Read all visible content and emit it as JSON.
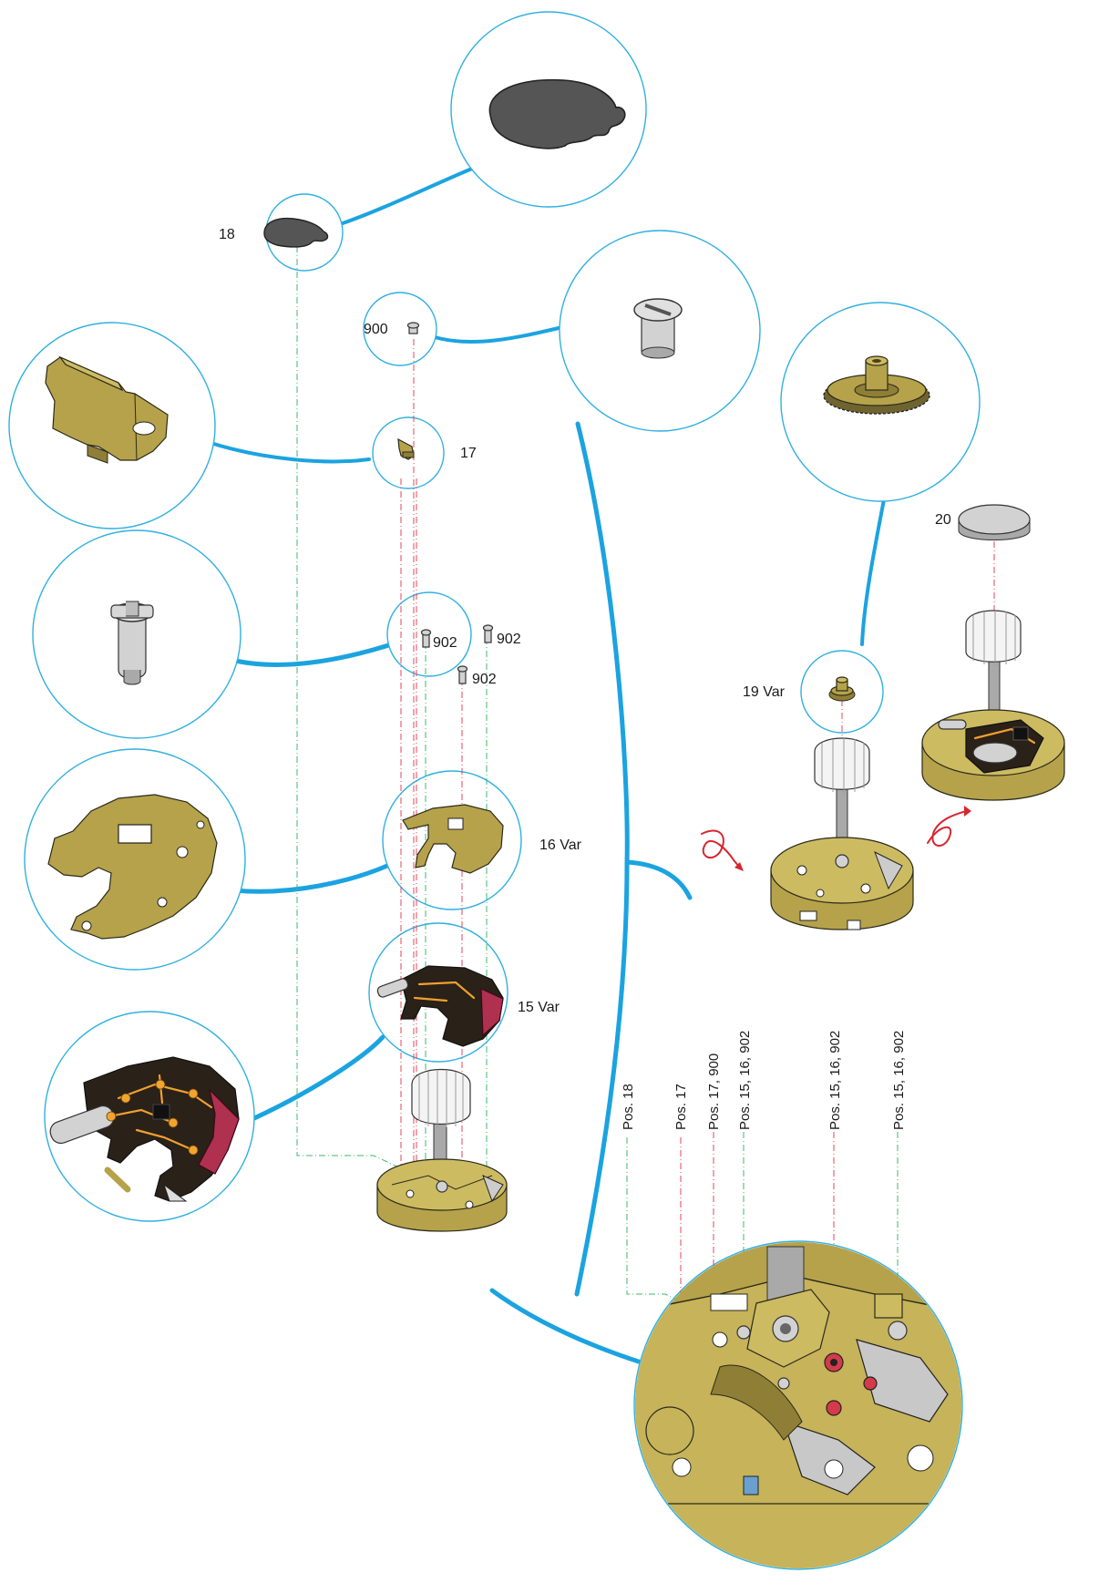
{
  "callouts": {
    "part_18": "18",
    "part_900": "900",
    "part_17": "17",
    "part_902_a": "902",
    "part_902_b": "902",
    "part_902_c": "902",
    "part_16": "16 Var",
    "part_15": "15 Var",
    "part_19": "19 Var",
    "part_20": "20"
  },
  "position_labels": [
    "Pos. 18",
    "Pos. 17",
    "Pos. 17, 900",
    "Pos. 15, 16, 902",
    "Pos. 15, 16, 902",
    "Pos. 15, 16, 902"
  ],
  "colors": {
    "connector": "#1ba3e0",
    "circle_outline": "#2fb0e0",
    "guide_red": "#e0475a",
    "guide_green": "#3db86a",
    "brass": "#b6a24a",
    "pcb": "#2a2118",
    "copper_trace": "#f0a030",
    "coil": "#b03050",
    "battery": "#d2d2d2",
    "rotation_arrow": "#d8262e"
  },
  "icons": {
    "rotation": "rotate-arrow-icon"
  }
}
